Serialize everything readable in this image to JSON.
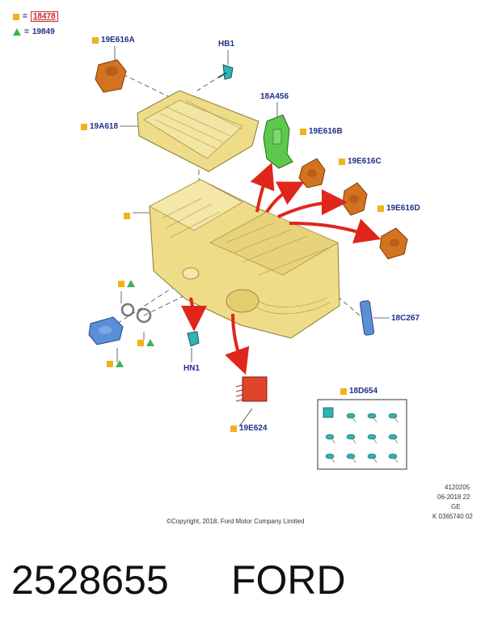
{
  "legend": {
    "square_code": "18478",
    "triangle_code": "19849"
  },
  "labels": {
    "part_19E616A": "19E616A",
    "part_HB1": "HB1",
    "part_19A618": "19A618",
    "part_18A456": "18A456",
    "part_19E616B": "19E616B",
    "part_19E616C": "19E616C",
    "part_19E616D": "19E616D",
    "part_18C267": "18C267",
    "part_HN1": "HN1",
    "part_19E624": "19E624",
    "part_18D654": "18D654"
  },
  "footer": {
    "copyright": "©Copyright, 2018, Ford Motor Company Limited",
    "code1": "4120205",
    "code2": "06-2018 22",
    "code3": "GE",
    "code4": "K 0365740 02",
    "part_number": "2528655",
    "brand": "FORD"
  },
  "colors": {
    "label_blue": "#1f2f8a",
    "marker_square": "#f2b21a",
    "marker_triangle": "#3bb54a",
    "arrow_red": "#e0261c",
    "housing_yellow": "#eedc88",
    "actuator_orange": "#d3731f",
    "resistor_red": "#e0452c",
    "clip_teal": "#2fb3b0",
    "green_part": "#5cc84d",
    "blue_part": "#5a8fd8"
  }
}
